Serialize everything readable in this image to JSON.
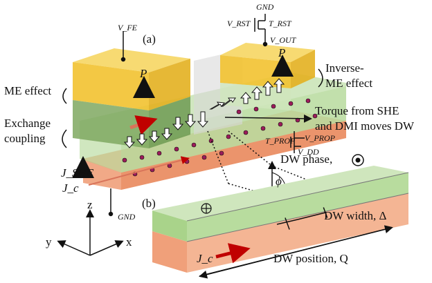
{
  "panels": {
    "a": "(a)",
    "b": "(b)"
  },
  "labels": {
    "vfe": "V_FE",
    "gnd_top": "GND",
    "vrst": "V_RST",
    "trst": "T_RST",
    "vout": "V_OUT",
    "p_left": "P",
    "p_right": "P",
    "me_effect": "ME effect",
    "inverse_me_1": "Inverse-",
    "inverse_me_2": "ME effect",
    "exchange_1": "Exchange",
    "exchange_2": "coupling",
    "torque_1": "Torque from SHE",
    "torque_2": "and DMI moves DW",
    "tprop": "T_PROP",
    "vprop": "V_PROP",
    "vdd": "V_DD",
    "dw_phase": "DW phase,",
    "phi": "ϕ",
    "jshe": "J_SHE",
    "jc_left": "J_c",
    "gnd_bottom": "GND",
    "axis_z": "z",
    "axis_y": "y",
    "axis_x": "x",
    "dw_width": "DW width, Δ",
    "jc_right": "J_c",
    "dw_position": "DW position, Q"
  },
  "colors": {
    "ferroelectric": "#f2c230",
    "ferroelectric_light": "#f7da72",
    "magnet": "#a9d38a",
    "magnet_light": "#cfe6bd",
    "heavy_metal": "#f0a07a",
    "heavy_metal_light": "#f8c7ad",
    "polarization": "#7030a0",
    "spin_dot": "#9b1b5a",
    "current_arrow": "#c00000",
    "she_arrow": "#3a6a2a"
  }
}
